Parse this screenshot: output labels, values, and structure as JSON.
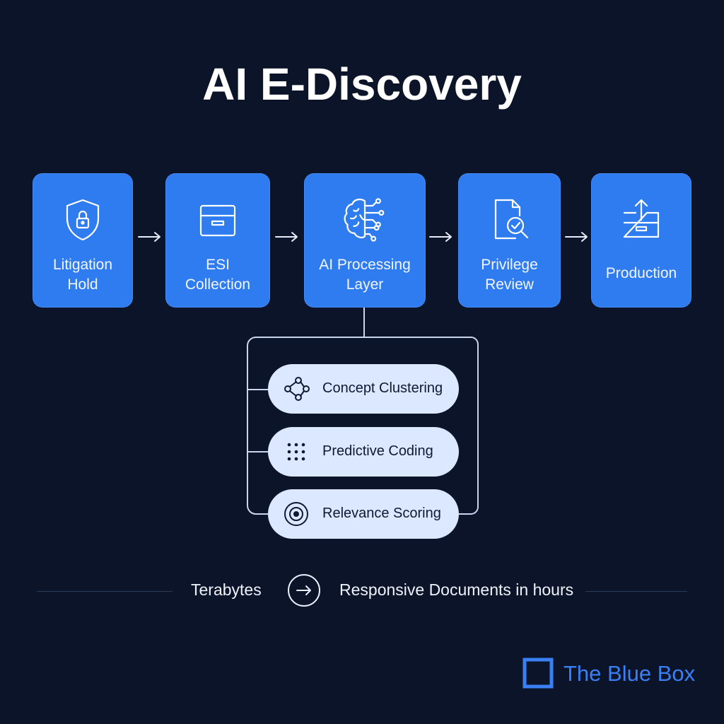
{
  "title": "AI E-Discovery",
  "steps": [
    {
      "line1": "Litigation",
      "line2": "Hold",
      "icon": "shield-lock-icon"
    },
    {
      "line1": "ESI",
      "line2": "Collection",
      "icon": "archive-box-icon"
    },
    {
      "line1": "AI Processing",
      "line2": "Layer",
      "icon": "ai-brain-icon"
    },
    {
      "line1": "Privilege",
      "line2": "Review",
      "icon": "document-magnifier-icon"
    },
    {
      "line1": "Production",
      "line2": "",
      "icon": "box-export-icon"
    }
  ],
  "sub_processes": [
    {
      "label": "Concept Clustering",
      "icon": "cluster-nodes-icon"
    },
    {
      "label": "Predictive Coding",
      "icon": "dot-grid-icon"
    },
    {
      "label": "Relevance Scoring",
      "icon": "target-icon"
    }
  ],
  "footer": {
    "from": "Terabytes",
    "to": "Responsive Documents in hours",
    "icon": "arrow-circle-icon"
  },
  "brand": {
    "name": "The Blue Box",
    "color": "#3b7ff5"
  },
  "colors": {
    "background": "#0b1428",
    "step": "#2f7bf0",
    "pill": "#dbe8ff"
  }
}
